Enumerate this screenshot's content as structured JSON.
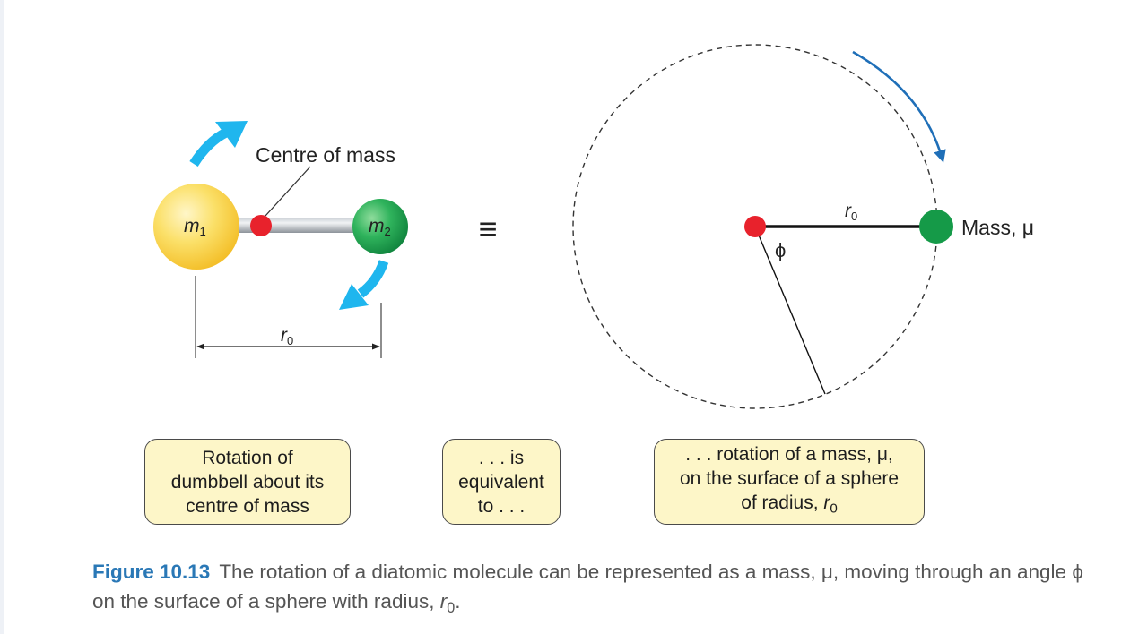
{
  "labels": {
    "centre_of_mass": "Centre of mass",
    "m1": "m",
    "m1_sub": "1",
    "m2": "m",
    "m2_sub": "2",
    "r0": "r",
    "r0_sub": "0",
    "equiv": "≡",
    "phi": "ϕ",
    "mass_mu": "Mass, μ"
  },
  "boxes": {
    "left": {
      "line1": "Rotation of",
      "line2": "dumbbell about its",
      "line3": "centre of mass"
    },
    "middle": {
      "line1": ". . . is",
      "line2": "equivalent",
      "line3": "to . . ."
    },
    "right": {
      "line1": ". . . rotation of a mass, μ,",
      "line2": "on the surface of a sphere",
      "line3_text": "of radius, ",
      "line3_r": "r",
      "line3_sub": "0"
    }
  },
  "caption": {
    "label": "Figure 10.13",
    "text1": "The rotation of a diatomic molecule can be represented as a mass, μ, moving through an angle ",
    "phi": "ϕ",
    "text2": " on the surface of a sphere with radius, ",
    "r": "r",
    "r_sub": "0",
    "end": "."
  },
  "colors": {
    "arrow_cyan": "#1fb6ee",
    "arrow_blue": "#1f6fb8",
    "mass1_yellow": "#f8cc2a",
    "mass2_green": "#159a48",
    "centre_red": "#e8222c",
    "box_fill": "#fdf6c8",
    "caption_label": "#2a78b6"
  }
}
